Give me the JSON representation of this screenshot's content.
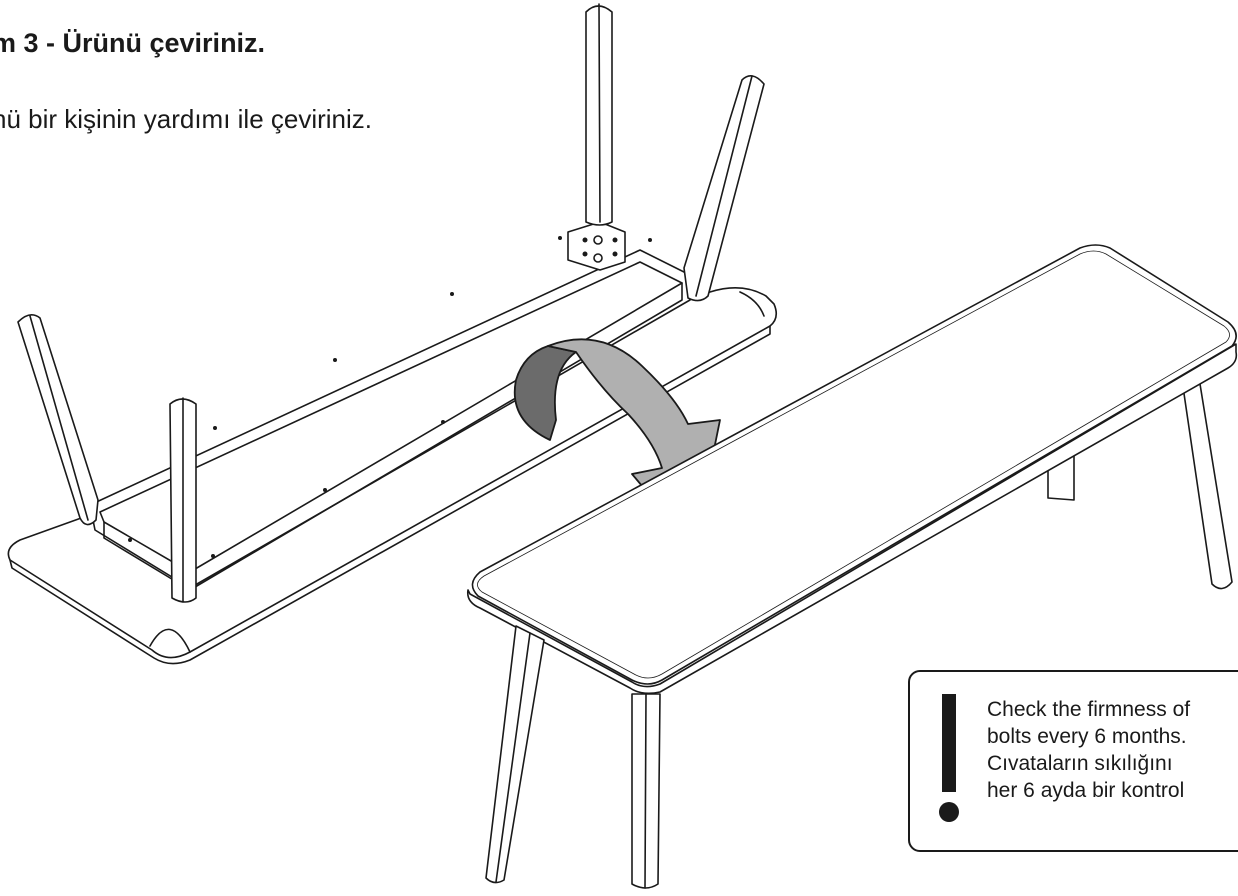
{
  "step": {
    "title": "m 3 - Ürünü çeviriniz.",
    "instruction": "nü bir kişinin yardımı ile çeviriniz."
  },
  "warning": {
    "icon": "exclamation-icon",
    "lines": [
      "Check the firmness of",
      "bolts every 6 months.",
      "Cıvataların sıkılığını",
      "her 6 ayda bir kontrol"
    ]
  },
  "colors": {
    "line": "#1a1a1a",
    "arrow_light": "#b0b0b0",
    "arrow_dark": "#6b6b6b"
  }
}
